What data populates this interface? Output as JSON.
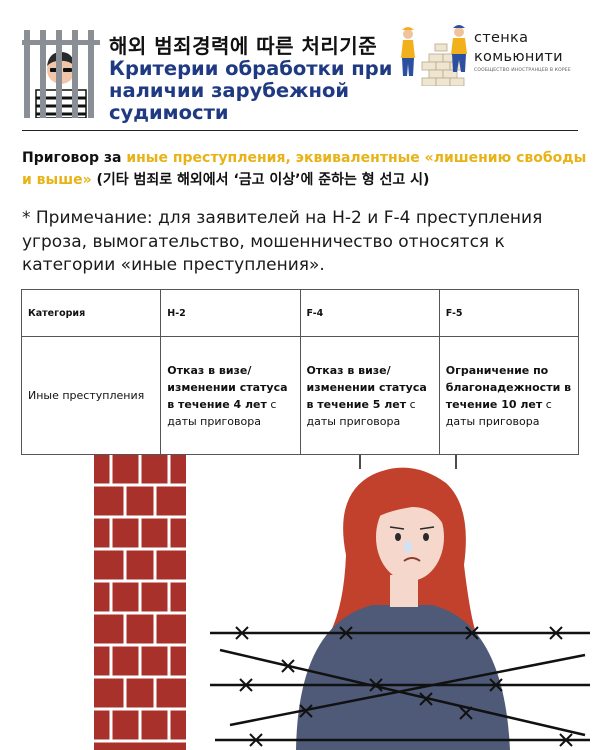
{
  "header": {
    "title_ko": "해외 범죄경력에 따른 처리기준",
    "title_ru": "Критерии обработки при наличии зарубежной судимости",
    "brand_name": "стенка комьюнити",
    "brand_tagline": "СООБЩЕСТВО ИНОСТРАНЦЕВ В КОРЕЕ"
  },
  "sentence": {
    "prefix": "Приговор за ",
    "highlight": "иные преступления, эквивалентные «лишению свободы и выше»",
    "suffix": " (기타 범죄로 해외에서 ‘금고 이상’에 준하는 형 선고 시)"
  },
  "note": "* Примечание: для заявителей на H-2 и F-4 преступления угроза, вымогательство, мошенничество относятся к категории «иные преступления».",
  "table": {
    "headers": [
      "Категория",
      "H-2",
      "F-4",
      "F-5"
    ],
    "row": {
      "category": "Иные преступления",
      "cells": [
        {
          "bold": "Отказ в визе/ изменении статуса в течение 4 лет",
          "rest": " с даты приговора"
        },
        {
          "bold": "Отказ в визе/ изменении статуса в течение 5 лет",
          "rest": " с даты приговора"
        },
        {
          "bold": "Ограничение по благонадежности в течение 10 лет",
          "rest": " с даты приговора"
        }
      ]
    }
  },
  "colors": {
    "accent_yellow": "#e8b317",
    "title_blue": "#1f3a82",
    "brick_red": "#a8322b",
    "hair_red": "#c2412c",
    "sweater_slate": "#4e5a78"
  }
}
